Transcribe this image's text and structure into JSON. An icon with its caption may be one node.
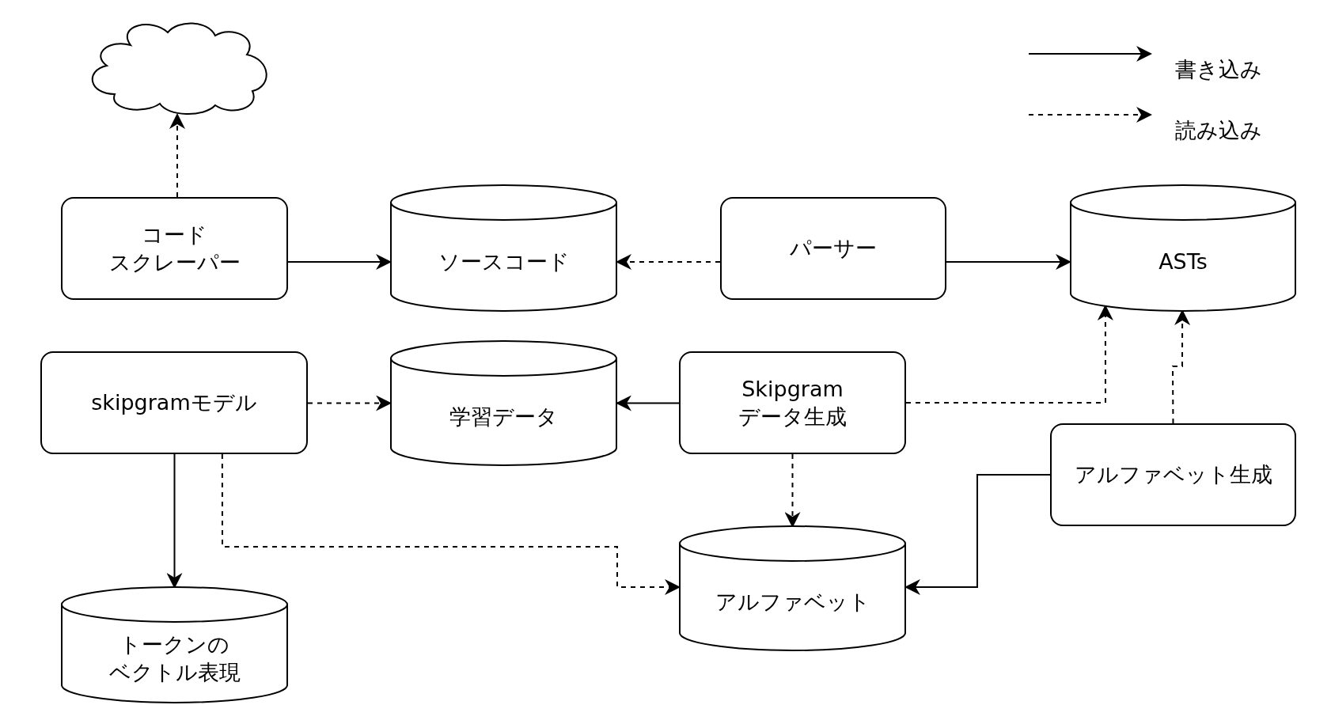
{
  "diagram": {
    "nodes": [
      {
        "text": [],
        "shape": "cloud"
      },
      {
        "text": [
          "コードスクレーパー"
        ]
      },
      {
        "text": [
          "ソースコード"
        ]
      },
      {
        "text": [
          "パーサー"
        ]
      },
      {
        "text": [
          "ASTs"
        ]
      },
      {
        "text": [
          "skipgramモデル"
        ]
      },
      {
        "text": [
          "学習データ"
        ]
      },
      {
        "text": [
          "Skipgram データ生成"
        ]
      },
      {
        "text": [
          "アルファベット生成"
        ]
      },
      {
        "text": [
          "アルファベット"
        ]
      },
      {
        "text": [
          "トークンのベクトル表現"
        ]
      }
    ],
    "edges": [
      {
        "from": 1,
        "to": 0,
        "arrow": "to",
        "style": "dashed"
      },
      {
        "from": 1,
        "to": 2,
        "arrow": "to"
      },
      {
        "from": 3,
        "to": 2,
        "arrow": "to",
        "style": "dashed"
      },
      {
        "from": 3,
        "to": 4,
        "arrow": "to"
      },
      {
        "from": 7,
        "to": 4,
        "arrow": "to",
        "style": "dashed"
      },
      {
        "from": 8,
        "to": 4,
        "arrow": "to",
        "style": "dashed"
      },
      {
        "from": 7,
        "to": 6,
        "arrow": "to"
      },
      {
        "from": 5,
        "to": 6,
        "arrow": "to",
        "style": "dashed"
      },
      {
        "from": 5,
        "to": 10,
        "arrow": "to"
      },
      {
        "from": 5,
        "to": 9,
        "arrow": "to",
        "style": "dashed"
      },
      {
        "from": 7,
        "to": 9,
        "arrow": "to",
        "style": "dashed"
      },
      {
        "from": 8,
        "to": 9,
        "arrow": "to"
      }
    ],
    "legend": [
      {
        "text": "書き込み"
      },
      {
        "text": "読み込み"
      }
    ]
  }
}
